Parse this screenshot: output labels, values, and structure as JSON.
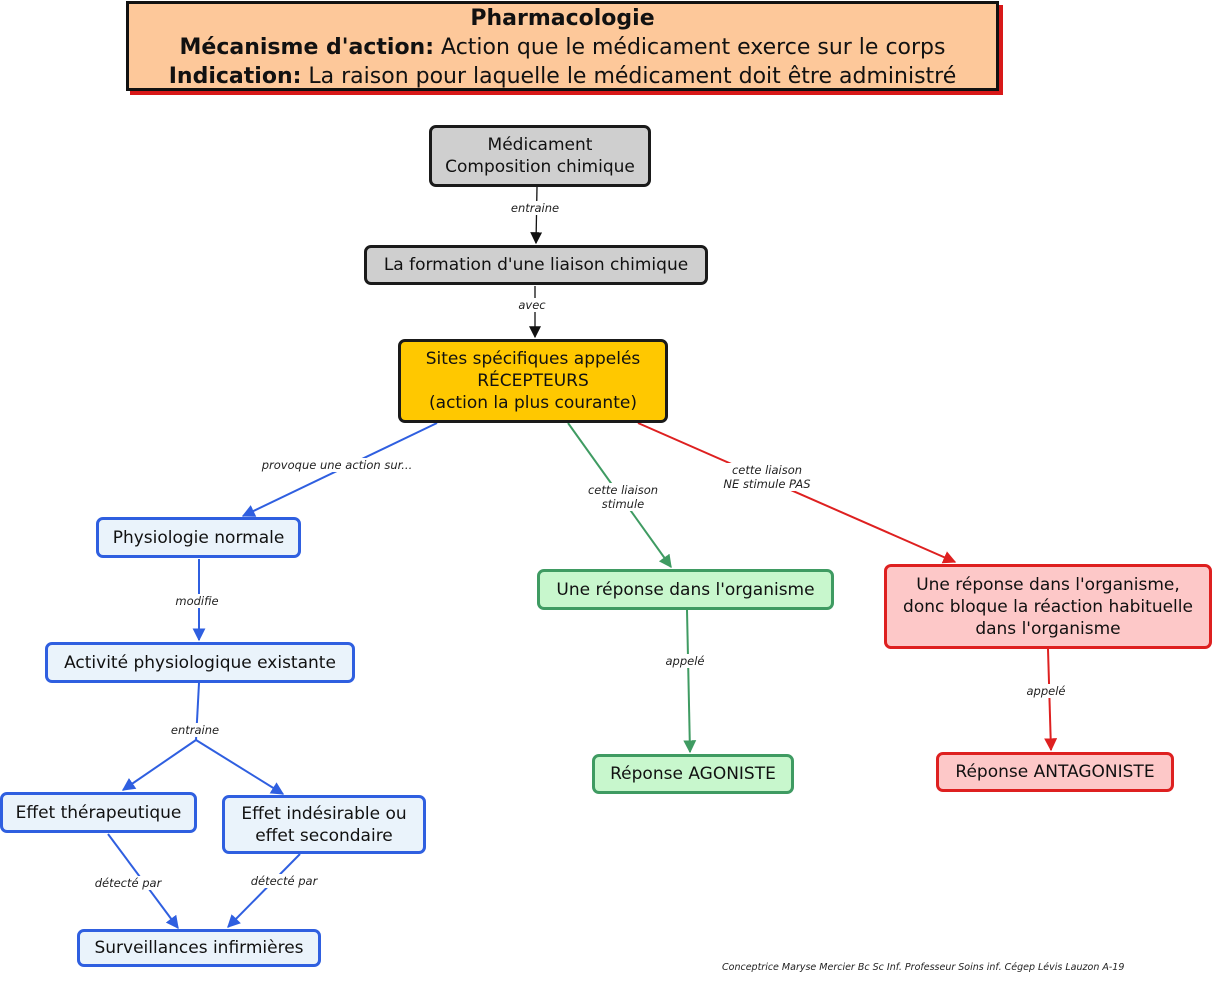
{
  "header": {
    "title": "Pharmacologie",
    "line1_term": "Mécanisme d'action:",
    "line1_text": " Action que le médicament exerce sur le corps",
    "line2_term": "Indication:",
    "line2_text": " La raison pour laquelle le médicament doit être administré"
  },
  "nodes": {
    "medicament": "Médicament\nComposition chimique",
    "formation": "La formation d'une liaison chimique",
    "sites": "Sites spécifiques appelés\nRÉCEPTEURS\n  (action la plus courante)",
    "physiologie": "Physiologie normale",
    "activite": "Activité physiologique existante",
    "therapeutique": "Effet thérapeutique",
    "indesirable": "Effet indésirable ou\neffet secondaire",
    "surveillances": "Surveillances infirmières",
    "reponse_stim": "Une réponse dans l'organisme",
    "agoniste": "Réponse AGONISTE",
    "reponse_bloque": "Une réponse dans l'organisme,\ndonc bloque la réaction habituelle\ndans l'organisme",
    "antagoniste": "Réponse ANTAGONISTE"
  },
  "links": {
    "entraine_1": "entraine",
    "avec": "avec",
    "provoque": "provoque une action sur...",
    "stimule": "cette liaison\nstimule",
    "ne_stimule_pas": "cette liaison\nNE stimule PAS",
    "modifie": "modifie",
    "entraine_2": "entraine",
    "detecte_1": "détecté par",
    "detecte_2": "détecté par",
    "appele_1": "appelé",
    "appele_2": "appelé"
  },
  "footer": "Conceptrice Maryse Mercier Bc Sc Inf. Professeur Soins inf. Cégep Lévis Lauzon   A-19",
  "colors": {
    "black_link": "#111111",
    "blue_link": "#2f5fe0",
    "green_link": "#3f9b62",
    "red_link": "#de2020"
  }
}
